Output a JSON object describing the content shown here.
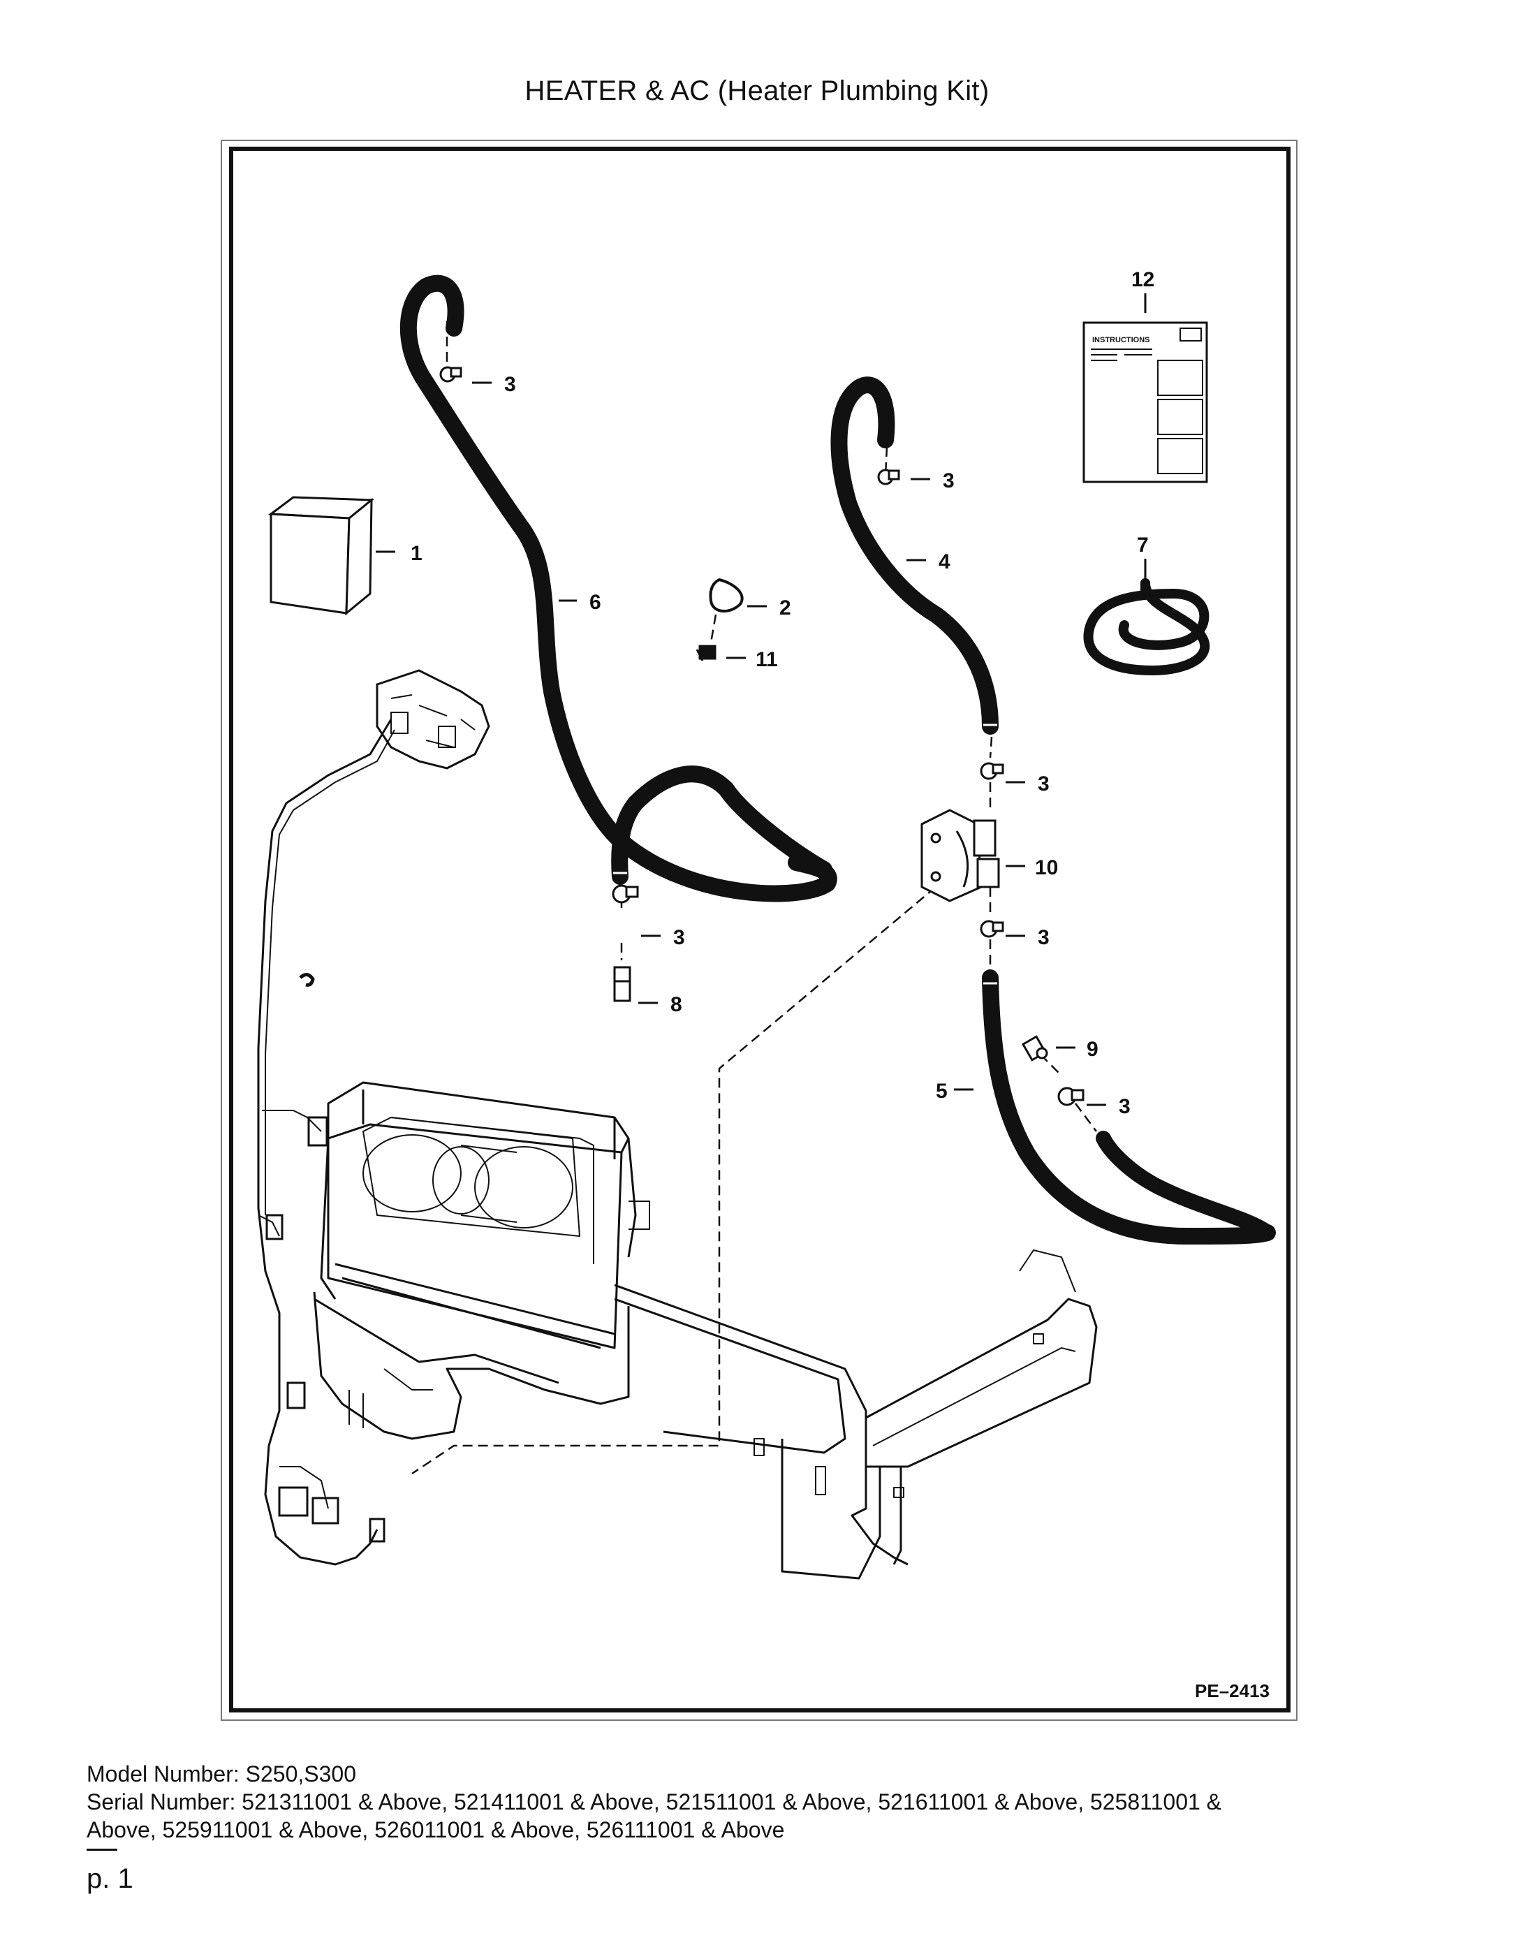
{
  "document": {
    "title": "HEATER & AC (Heater Plumbing Kit)",
    "page_label": "p. 1"
  },
  "figure": {
    "figure_id": "PE–2413",
    "instructions_label": "INSTRUCTIONS",
    "callouts": {
      "c1": "1",
      "c2": "2",
      "c3_top_left": "3",
      "c3_top_right": "3",
      "c3_above_valve": "3",
      "c3_left_connector": "3",
      "c3_below_valve": "3",
      "c3_right_lower": "3",
      "c4": "4",
      "c5": "5",
      "c6": "6",
      "c7": "7",
      "c8": "8",
      "c9": "9",
      "c10": "10",
      "c11": "11",
      "c12": "12"
    }
  },
  "footer": {
    "model_line": "Model Number: S250,S300",
    "serial_line_1": "Serial Number: 521311001 & Above, 521411001 & Above, 521511001 & Above, 521611001 & Above, 525811001 &",
    "serial_line_2": "Above, 525911001 & Above, 526011001 & Above, 526111001 & Above"
  }
}
